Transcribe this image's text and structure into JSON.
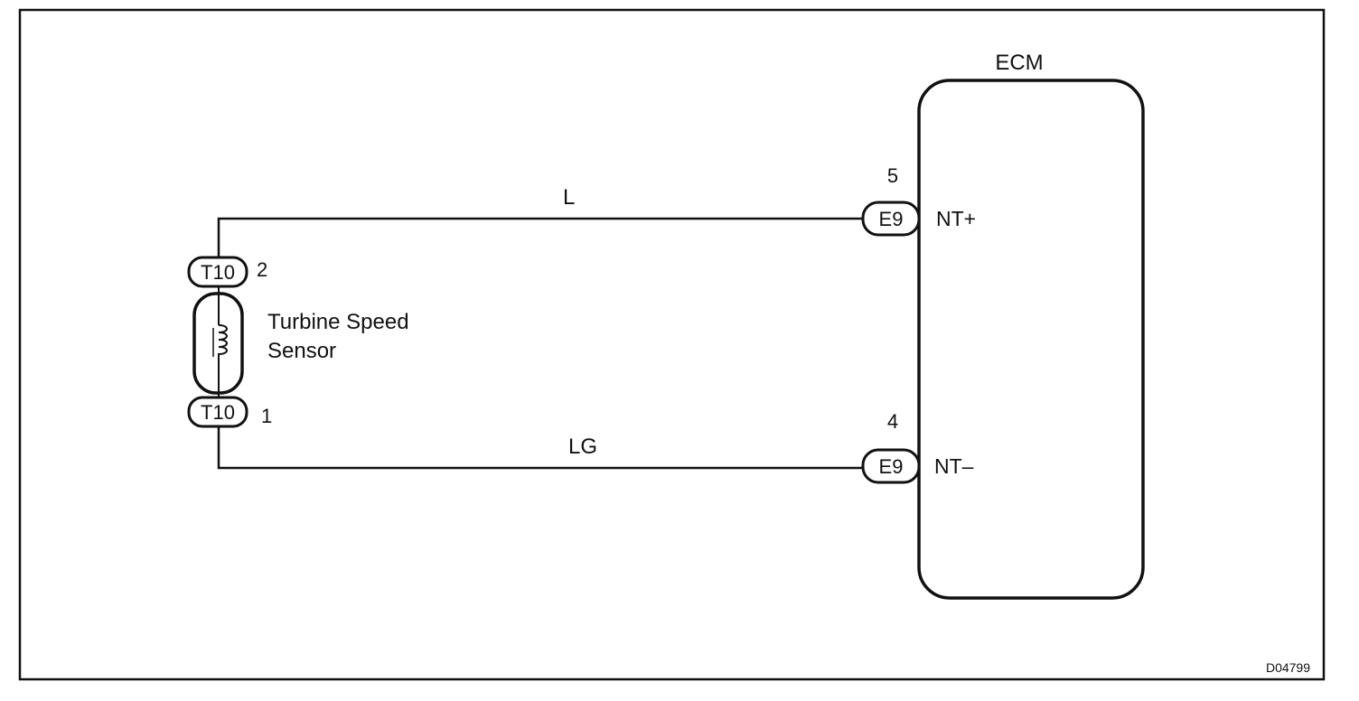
{
  "ecm": {
    "label": "ECM"
  },
  "sensor": {
    "name_line1": "Turbine Speed",
    "name_line2": "Sensor"
  },
  "connectors": {
    "t10_top": {
      "code": "T10",
      "pin": "2"
    },
    "t10_bottom": {
      "code": "T10",
      "pin": "1"
    },
    "e9_top": {
      "code": "E9",
      "pin": "5",
      "terminal": "NT+"
    },
    "e9_bottom": {
      "code": "E9",
      "pin": "4",
      "terminal": "NT–"
    }
  },
  "wires": {
    "upper": {
      "color_code": "L"
    },
    "lower": {
      "color_code": "LG"
    }
  },
  "figure_id": "D04799"
}
